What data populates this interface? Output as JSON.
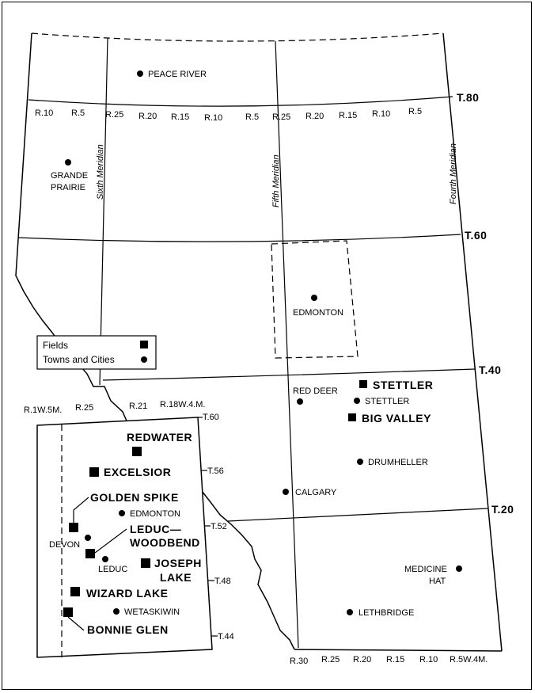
{
  "northern_ranges": [
    "R.10",
    "R.5",
    "R.25",
    "R.20",
    "R.15",
    "R.10",
    "R.5",
    "R.25",
    "R.20",
    "R.15",
    "R.10",
    "R.5"
  ],
  "southern_ranges": [
    "R.30",
    "R.25",
    "R.20",
    "R.15",
    "R.10",
    "R.5W.4M."
  ],
  "townships": {
    "t80": "T.80",
    "t60": "T.60",
    "t40": "T.40",
    "t20": "T.20"
  },
  "meridians": {
    "sixth": "Sixth Meridian",
    "fifth": "Fifth Meridian",
    "fourth": "Fourth Meridian"
  },
  "towns": {
    "peace_river": "PEACE RIVER",
    "grande_prairie_1": "GRANDE",
    "grande_prairie_2": "PRAIRIE",
    "edmonton": "EDMONTON",
    "red_deer": "RED DEER",
    "stettler": "STETTLER",
    "drumheller": "DRUMHELLER",
    "calgary": "CALGARY",
    "medicine_hat_1": "MEDICINE",
    "medicine_hat_2": "HAT",
    "lethbridge": "LETHBRIDGE"
  },
  "fields": {
    "stettler": "STETTLER",
    "big_valley": "BIG VALLEY"
  },
  "legend": {
    "fields": "Fields",
    "towns": "Towns and Cities"
  },
  "inset": {
    "ranges": {
      "r1": "R.1W.5M.",
      "r25": "R.25",
      "r21": "R.21",
      "r18": "R.18W.4.M."
    },
    "townships": {
      "t60": "T.60",
      "t56": "T.56",
      "t52": "T.52",
      "t48": "T.48",
      "t44": "T.44"
    },
    "fields": {
      "redwater": "REDWATER",
      "excelsior": "EXCELSIOR",
      "golden_spike": "GOLDEN SPIKE",
      "leduc_woodbend_1": "LEDUC—",
      "leduc_woodbend_2": "WOODBEND",
      "joseph_lake_1": "JOSEPH",
      "joseph_lake_2": "LAKE",
      "wizard_lake": "WIZARD LAKE",
      "bonnie_glen": "BONNIE GLEN"
    },
    "towns": {
      "edmonton": "EDMONTON",
      "devon": "DEVON",
      "leduc": "LEDUC",
      "wetaskiwin": "WETASKIWIN"
    }
  }
}
